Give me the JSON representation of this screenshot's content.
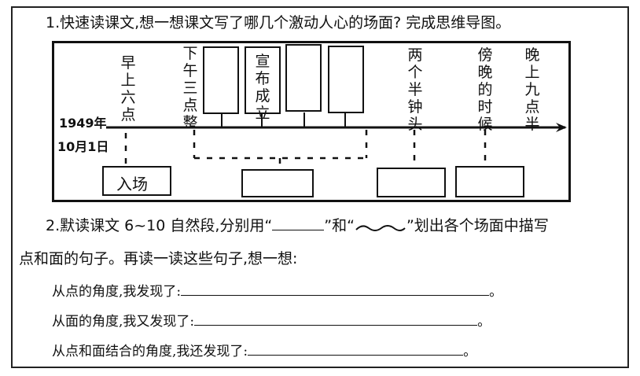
{
  "question1": "1.快速读课文,想一想课文写了哪几个激动人心的场面? 完成思维导图。",
  "timeline": {
    "date_year": "1949年",
    "date_day": "10月1日",
    "events": [
      {
        "id": "e1",
        "text": "早上六点"
      },
      {
        "id": "e2",
        "text": "下午三点整"
      },
      {
        "id": "e3",
        "text": "宣布成立"
      },
      {
        "id": "e4",
        "text": "两个半钟头"
      },
      {
        "id": "e5",
        "text": "傍晚的时候"
      },
      {
        "id": "e6",
        "text": "晚上九点半"
      }
    ],
    "scene_entry": "入场"
  },
  "question2": {
    "part1": "2.默读课文 6~10 自然段,分别用“",
    "part2": "”和“",
    "part3": "”划出各个场面中描写",
    "line2": "点和面的句子。再读一读这些句子,想一想:"
  },
  "answers": [
    {
      "label": "从点的角度,我发现了:",
      "end": "。"
    },
    {
      "label": "从面的角度,我又发现了:",
      "end": "。"
    },
    {
      "label": "从点和面结合的角度,我还发现了:",
      "end": "。"
    }
  ]
}
